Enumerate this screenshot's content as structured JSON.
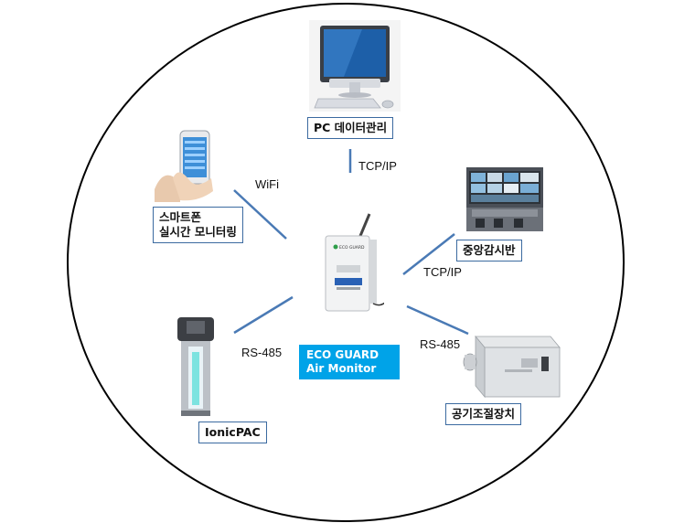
{
  "hub": {
    "line1": "ECO GUARD",
    "line2": "Air Monitor",
    "device_text": "ECO GUARD"
  },
  "nodes": {
    "pc": {
      "label": "PC 데이터관리"
    },
    "smartphone": {
      "line1": "스마트폰",
      "line2": "실시간 모니터링"
    },
    "control_room": {
      "label": "중앙감시반"
    },
    "ionicpac": {
      "label": "IonicPAC"
    },
    "air_handler": {
      "label": "공기조절장치"
    }
  },
  "edges": {
    "pc": "TCP/IP",
    "smartphone": "WiFi",
    "control_room": "TCP/IP",
    "ionicpac": "RS-485",
    "air_handler": "RS-485"
  },
  "colors": {
    "line": "#4a7ab5",
    "accent": "#00a3e8",
    "border": "#3b6aa0"
  }
}
